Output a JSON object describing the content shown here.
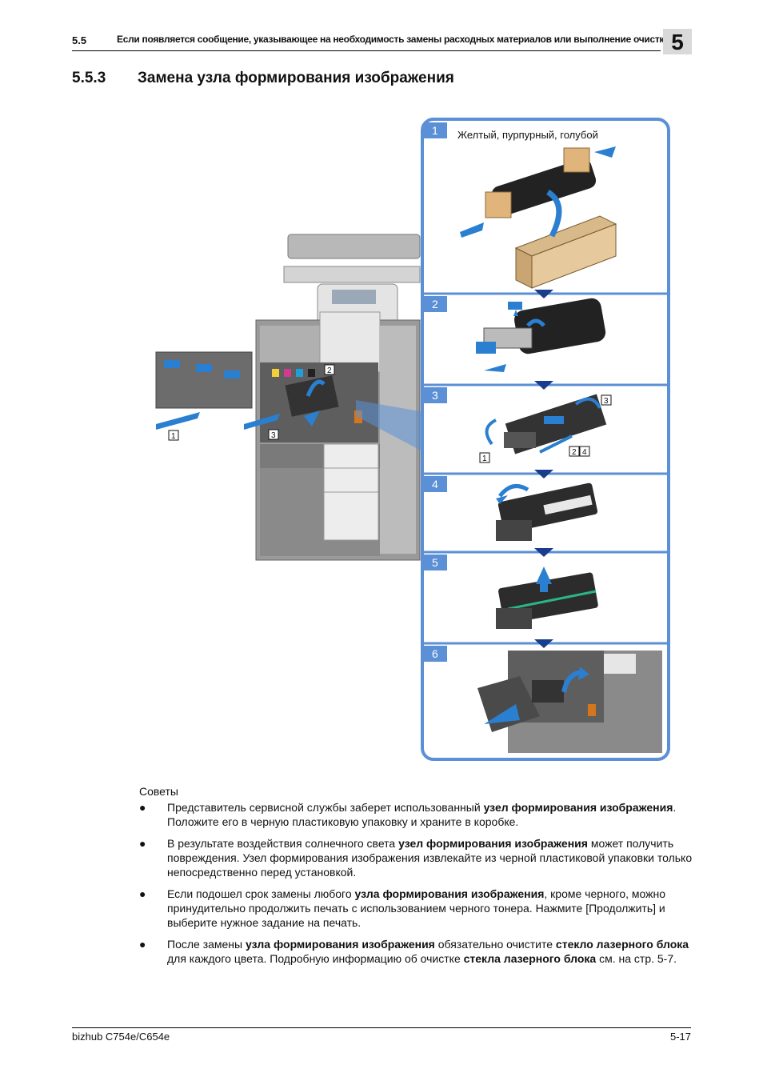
{
  "header": {
    "section_number": "5.5",
    "section_title": "Если появляется сообщение, указывающее на необходимость замены расходных материалов или выполнение очистки",
    "chapter": "5"
  },
  "title": {
    "number": "5.5.3",
    "text": "Замена узла формирования изображения"
  },
  "figure": {
    "step_labels": [
      "1",
      "2",
      "3",
      "4",
      "5",
      "6"
    ],
    "step1_caption": "Желтый, пурпурный, голубой",
    "machine_callouts": [
      "2",
      "1",
      "3"
    ],
    "step3_callouts": [
      "3",
      "1",
      "2",
      "4"
    ],
    "accent_color": "#5b8fd6",
    "arrow_color": "#2a7fd0",
    "marker_color": "#1a3c8c"
  },
  "tips": {
    "label": "Советы",
    "bullet": "●",
    "items": [
      {
        "parts": [
          {
            "t": "Представитель сервисной службы заберет использованный "
          },
          {
            "t": "узел формирования изображения",
            "b": true
          },
          {
            "t": ". Положите его в черную пластиковую упаковку и храните в коробке."
          }
        ]
      },
      {
        "parts": [
          {
            "t": "В результате воздействия солнечного света "
          },
          {
            "t": "узел формирования изображения",
            "b": true
          },
          {
            "t": " может получить повреждения. Узел формирования изображения извлекайте из черной пластиковой упаковки только непосредственно перед установкой."
          }
        ]
      },
      {
        "parts": [
          {
            "t": "Если подошел срок замены любого "
          },
          {
            "t": "узла формирования изображения",
            "b": true
          },
          {
            "t": ", кроме черного, можно принудительно продолжить печать с использованием черного тонера. Нажмите [Продолжить] и выберите нужное задание на печать."
          }
        ]
      },
      {
        "parts": [
          {
            "t": "После замены "
          },
          {
            "t": "узла формирования изображения",
            "b": true
          },
          {
            "t": " обязательно очистите "
          },
          {
            "t": "стекло лазерного блока",
            "b": true
          },
          {
            "t": " для каждого цвета. Подробную информацию об очистке "
          },
          {
            "t": "стекла лазерного блока",
            "b": true
          },
          {
            "t": " см. на стр. 5-7."
          }
        ]
      }
    ]
  },
  "footer": {
    "model": "bizhub C754e/C654e",
    "page": "5-17"
  }
}
